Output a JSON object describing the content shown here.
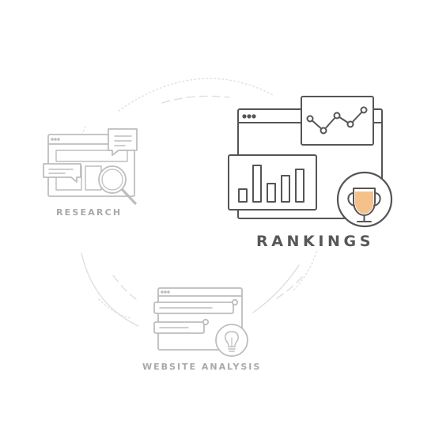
{
  "labels": {
    "research": "RESEARCH",
    "rankings": "RANKINGS",
    "website_analysis": "WEBSITE ANALYSIS"
  },
  "colors": {
    "active_stroke": "#555555",
    "inactive_stroke": "#bdbdbd",
    "cycle_line": "#dddddd",
    "trophy_fill": "#f5c08a",
    "background": "#ffffff"
  },
  "icons": {
    "research": "research-magnifier-icon",
    "rankings": "rankings-charts-icon",
    "website_analysis": "website-analysis-lightbulb-icon"
  }
}
